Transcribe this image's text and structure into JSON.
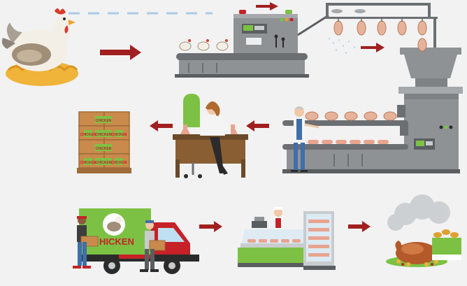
{
  "process": {
    "box_label": "CHICKEN",
    "truck_label": "HICKEN",
    "colors": {
      "background": "#f2f2f2",
      "arrow": "#a11f1f",
      "machine_gray": "#8f9295",
      "machine_dark": "#5b5e61",
      "conveyor_belt": "#6c6f72",
      "green_label": "#7cc144",
      "box_brown": "#c98a4b",
      "truck_red": "#c62127",
      "truck_green": "#7cc144",
      "counter_green": "#7cc144",
      "meat_pink": "#e8a48f",
      "plucked_chicken": "#e6b39a",
      "roast_brown": "#b4592a",
      "nest_yellow": "#f0b43a"
    },
    "stages": [
      {
        "id": "hen",
        "icon": "hen-icon"
      },
      {
        "id": "collection",
        "icon": "conveyor-machine-icon"
      },
      {
        "id": "slaughter",
        "icon": "hanging-line-icon"
      },
      {
        "id": "processing",
        "icon": "processing-machine-icon"
      },
      {
        "id": "quality",
        "icon": "inspector-desk-icon"
      },
      {
        "id": "packaging",
        "icon": "box-pallet-icon"
      },
      {
        "id": "delivery",
        "icon": "delivery-truck-icon"
      },
      {
        "id": "retail",
        "icon": "butcher-counter-icon"
      },
      {
        "id": "dish",
        "icon": "roast-chicken-icon"
      }
    ]
  }
}
